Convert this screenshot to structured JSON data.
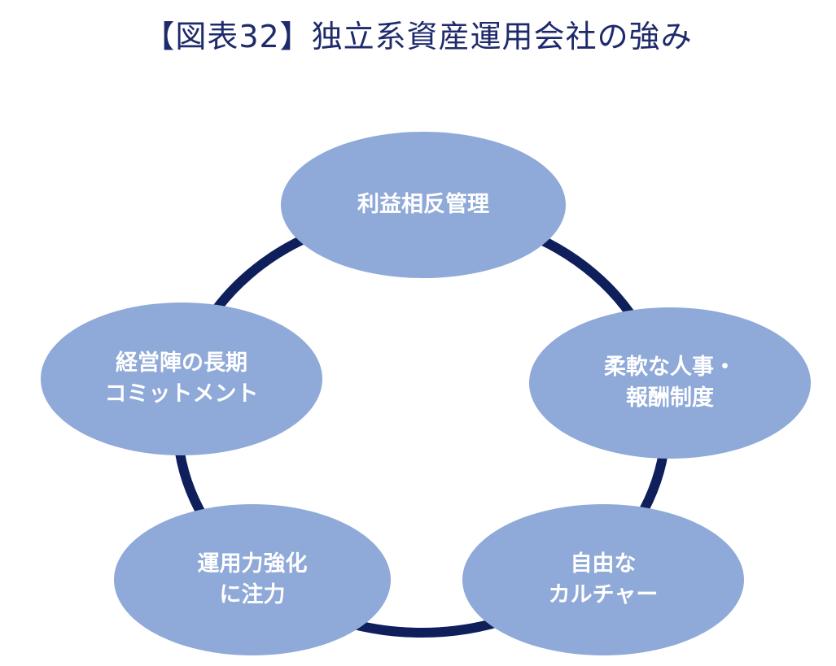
{
  "title": "【図表32】独立系資産運用会社の強み",
  "colors": {
    "title": "#1f2a6b",
    "ring": "#0f1f5c",
    "node_fill": "#8fa9d8",
    "node_text": "#ffffff"
  },
  "nodes": [
    {
      "id": "top",
      "lines": [
        "利益相反管理"
      ]
    },
    {
      "id": "left",
      "lines": [
        "経営陣の長期",
        "コミットメント"
      ]
    },
    {
      "id": "right",
      "lines": [
        "柔軟な人事・",
        "報酬制度"
      ]
    },
    {
      "id": "bottom_left",
      "lines": [
        "運用力強化",
        "に注力"
      ]
    },
    {
      "id": "bottom_right",
      "lines": [
        "自由な",
        "カルチャー"
      ]
    }
  ]
}
